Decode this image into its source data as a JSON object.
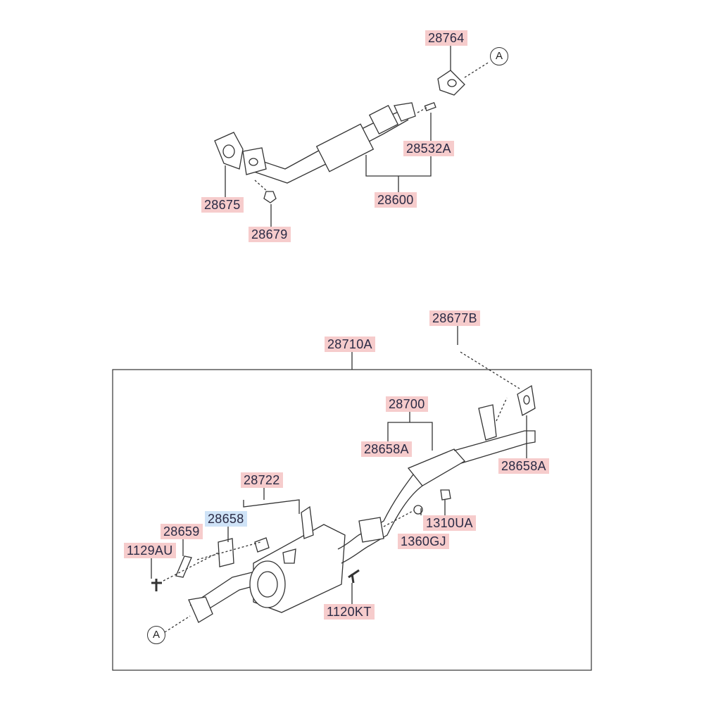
{
  "colors": {
    "label_bg": "#f6cccc",
    "highlight_bg": "#cfe3f7",
    "line": "#333333"
  },
  "upper": {
    "labels": [
      {
        "id": "28764"
      },
      {
        "id": "28532A"
      },
      {
        "id": "28600"
      },
      {
        "id": "28675"
      },
      {
        "id": "28679"
      }
    ],
    "connector": "A"
  },
  "lower": {
    "labels": [
      {
        "id": "28677B"
      },
      {
        "id": "28710A"
      },
      {
        "id": "28700"
      },
      {
        "id": "28658A"
      },
      {
        "id": "28658A"
      },
      {
        "id": "28722"
      },
      {
        "id": "28658",
        "highlighted": true
      },
      {
        "id": "28659"
      },
      {
        "id": "1129AU"
      },
      {
        "id": "1310UA"
      },
      {
        "id": "1360GJ"
      },
      {
        "id": "1120KT"
      }
    ],
    "connector": "A"
  }
}
